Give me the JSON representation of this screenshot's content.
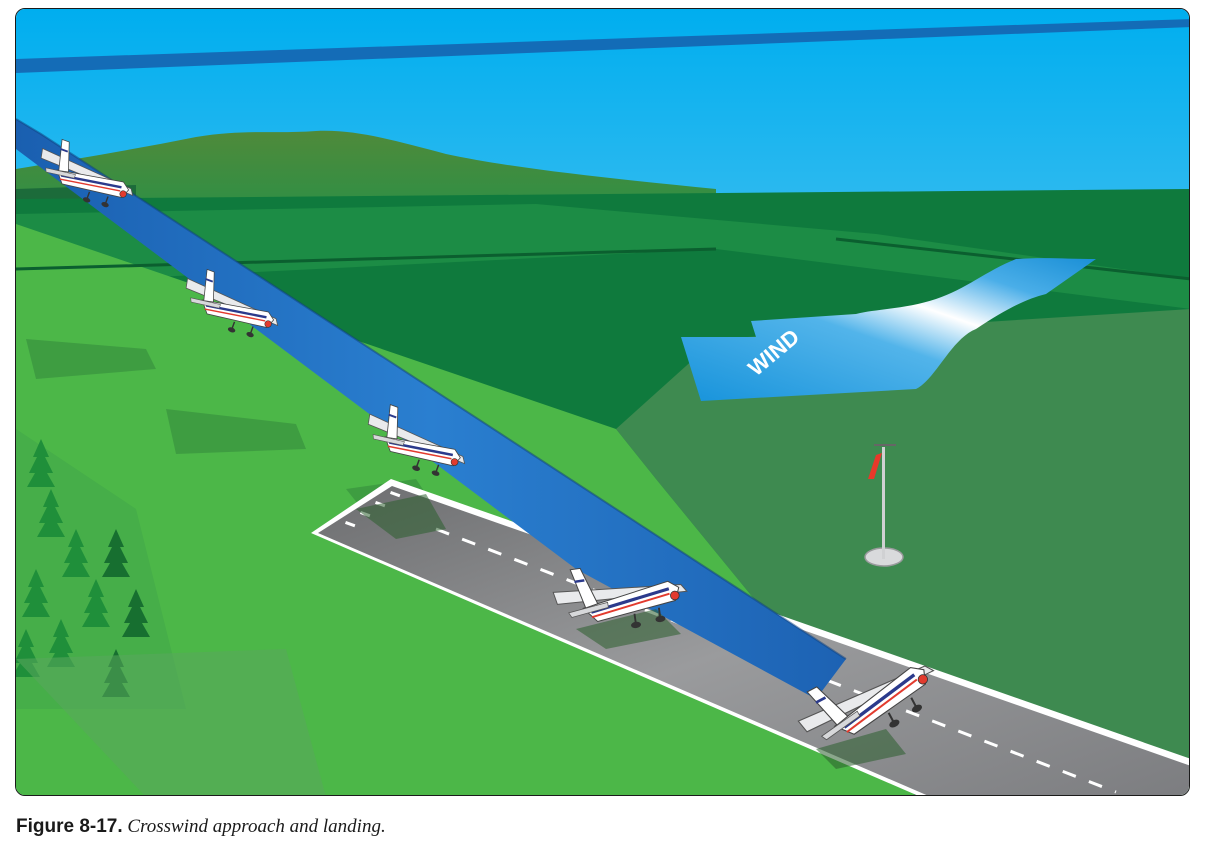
{
  "figure": {
    "label": "Figure 8-17.",
    "caption": "Crosswind approach and landing."
  },
  "illustration": {
    "wind_label": "WIND",
    "colors": {
      "sky_top": "#00aeef",
      "sky_bottom": "#e8f6fb",
      "field_light": "#4cb748",
      "field_dark": "#0f7a3d",
      "runway": "#8a8b8d",
      "path": "#1f6fc1",
      "wind_arrow": "#2e9fe0",
      "windsock": "#e8382a"
    },
    "icons": [
      "airplane-icon",
      "windsock-icon",
      "wind-arrow-icon",
      "pine-tree-icon"
    ]
  }
}
